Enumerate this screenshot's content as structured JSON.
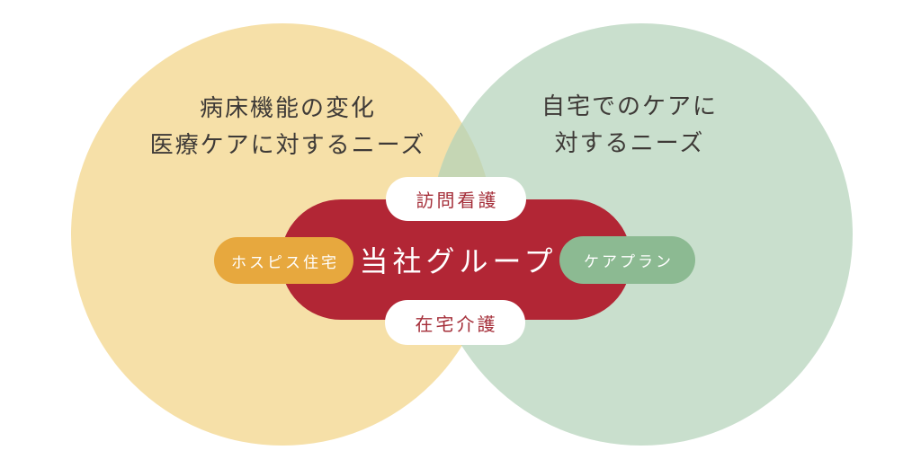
{
  "diagram": {
    "type": "venn",
    "title": "",
    "left_circle": {
      "label_line1": "病床機能の変化",
      "label_line2": "医療ケアに対するニーズ",
      "color": "#F6E0A8"
    },
    "right_circle": {
      "label_line1": "自宅でのケアに",
      "label_line2": "対するニーズ",
      "color": "#C9DFCD"
    },
    "overlap_color": "#C5D6B4",
    "center_capsule": {
      "label": "当社グループ",
      "color": "#B22635",
      "text_color": "#FFFFFF"
    },
    "pills": {
      "top": {
        "label": "訪問看護",
        "color": "#FFFFFF",
        "text_color": "#A52F3A"
      },
      "bottom": {
        "label": "在宅介護",
        "color": "#FFFFFF",
        "text_color": "#A52F3A"
      },
      "left": {
        "label": "ホスピス住宅",
        "color": "#E7A83E",
        "text_color": "#FFFFFF"
      },
      "right": {
        "label": "ケアプラン",
        "color": "#8CBA92",
        "text_color": "#FFFFFF"
      }
    },
    "label_text_color": "#3E3A37",
    "background_color": "#FFFFFF"
  }
}
